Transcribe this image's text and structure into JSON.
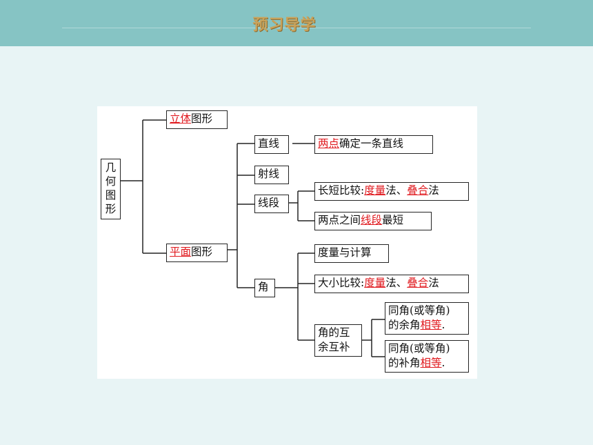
{
  "header": {
    "title": "预习导学"
  },
  "diagram": {
    "root": [
      "几",
      "何",
      "图",
      "形"
    ],
    "solid": {
      "red": "立体",
      "text": "图形"
    },
    "plane": {
      "red": "平面",
      "text": "图形"
    },
    "line": {
      "label": "直线",
      "fact": {
        "red": "两点",
        "text": "确定一条直线"
      }
    },
    "ray": {
      "label": "射线"
    },
    "segment": {
      "label": "线段",
      "compare": {
        "pre": "长短比较:",
        "red1": "度量",
        "mid": "法、",
        "red2": "叠合",
        "post": "法"
      },
      "shortest": {
        "pre": "两点之间",
        "red": "线段",
        "post": "最短"
      }
    },
    "angle": {
      "label": "角",
      "measure": "度量与计算",
      "compare": {
        "pre": "大小比较:",
        "red1": "度量",
        "mid": "法、",
        "red2": "叠合",
        "post": "法"
      },
      "complement": {
        "label1": "角的互",
        "label2": "余互补",
        "comp": {
          "line1": "同角(或等角)",
          "pre": "的余角",
          "red": "相等",
          "post": "."
        },
        "supp": {
          "line1": "同角(或等角)",
          "pre": "的补角",
          "red": "相等",
          "post": "."
        }
      }
    }
  }
}
